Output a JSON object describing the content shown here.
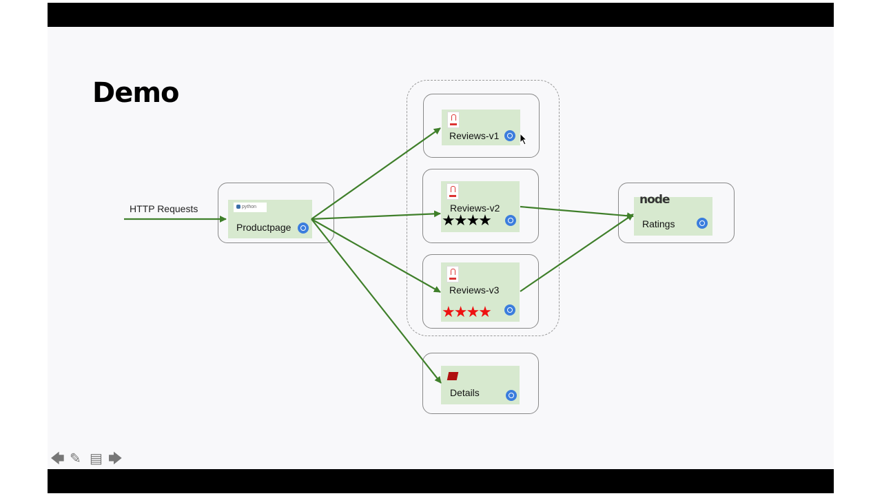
{
  "slide": {
    "title": "Demo",
    "http_label": "HTTP Requests"
  },
  "services": {
    "productpage": {
      "name": "Productpage",
      "lang_logo": "python",
      "python_text": "python"
    },
    "reviews_v1": {
      "name": "Reviews-v1",
      "lang_logo": "java-icon"
    },
    "reviews_v2": {
      "name": "Reviews-v2",
      "lang_logo": "java-icon",
      "stars": "★★★★",
      "star_color": "#000000"
    },
    "reviews_v3": {
      "name": "Reviews-v3",
      "lang_logo": "java-icon",
      "stars": "★★★★",
      "star_color": "#ee1111"
    },
    "ratings": {
      "name": "Ratings",
      "lang_logo": "node",
      "node_text": "node"
    },
    "details": {
      "name": "Details",
      "lang_logo": "ruby-icon"
    }
  },
  "colors": {
    "arrow": "#3f7f2a",
    "service_fill": "#d7e9cf",
    "gear": "#3b7ddd"
  },
  "nav": {
    "prev": "🡄",
    "edit": "✎",
    "notes": "▤",
    "next": "🡆"
  }
}
